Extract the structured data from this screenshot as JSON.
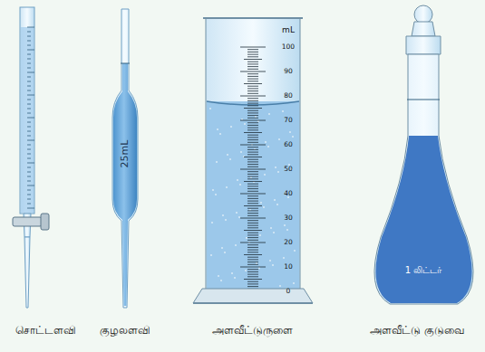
{
  "diagram": {
    "labels": [
      "சொட்டளவி",
      "குழலளவி",
      "அளவீட்டுருளை",
      "அளவீட்டு குடுவை",
      "25mL",
      "mL",
      "100",
      "90",
      "80",
      "70",
      "60",
      "50",
      "40",
      "30",
      "20",
      "10",
      "0",
      "1 லிட்டர்"
    ]
  }
}
